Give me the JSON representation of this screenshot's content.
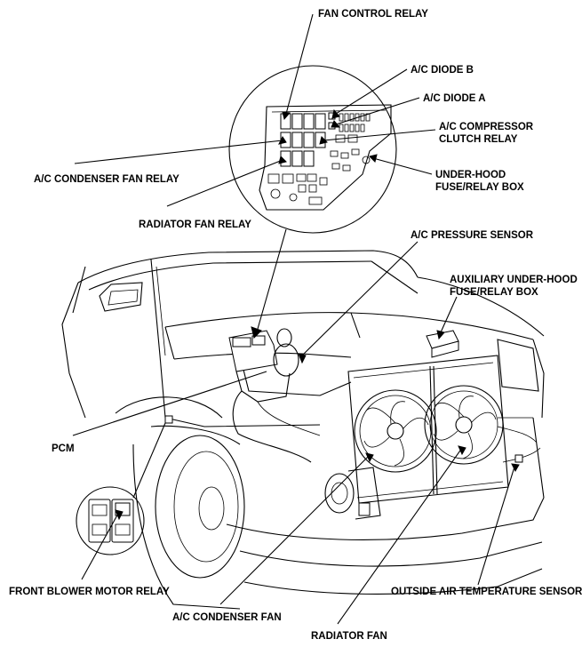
{
  "labels": {
    "fan_control_relay": "FAN CONTROL RELAY",
    "ac_diode_b": "A/C DIODE B",
    "ac_diode_a": "A/C DIODE A",
    "ac_compressor_line1": "A/C COMPRESSOR",
    "ac_compressor_line2": "CLUTCH RELAY",
    "ac_condenser_fan_relay": "A/C CONDENSER FAN RELAY",
    "under_hood_line1": "UNDER-HOOD",
    "under_hood_line2": "FUSE/RELAY BOX",
    "radiator_fan_relay": "RADIATOR FAN RELAY",
    "ac_pressure_sensor": "A/C PRESSURE SENSOR",
    "aux_line1": "AUXILIARY UNDER-HOOD",
    "aux_line2": "FUSE/RELAY BOX",
    "pcm": "PCM",
    "front_blower_motor_relay": "FRONT BLOWER MOTOR RELAY",
    "outside_air_temp_sensor": "OUTSIDE AIR TEMPERATURE SENSOR",
    "ac_condenser_fan": "A/C CONDENSER FAN",
    "radiator_fan": "RADIATOR FAN"
  }
}
